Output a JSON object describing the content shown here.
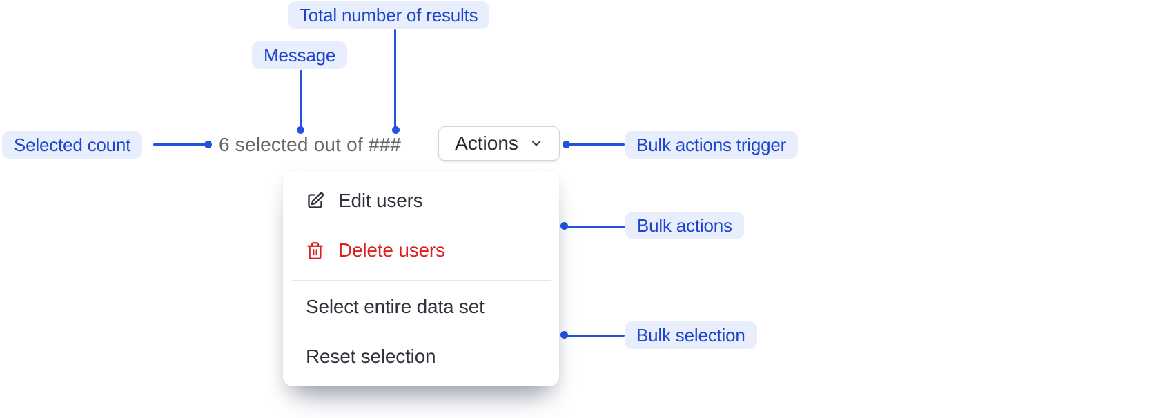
{
  "annotations": {
    "total_results": "Total number of results",
    "message": "Message",
    "selected_count": "Selected count",
    "bulk_actions_trigger": "Bulk actions trigger",
    "bulk_actions": "Bulk actions",
    "bulk_selection": "Bulk selection"
  },
  "toolbar": {
    "selection_message": "6 selected out of ###",
    "actions_button_label": "Actions",
    "actions_button_icon": "chevron-down-icon"
  },
  "menu": {
    "items": [
      {
        "label": "Edit users",
        "icon": "edit-icon",
        "variant": "default"
      },
      {
        "label": "Delete users",
        "icon": "trash-icon",
        "variant": "danger"
      },
      {
        "label": "Select entire data set",
        "icon": null,
        "variant": "default"
      },
      {
        "label": "Reset selection",
        "icon": null,
        "variant": "default"
      }
    ]
  },
  "colors": {
    "annotation_text": "#1b45cd",
    "annotation_background": "#e9eefc",
    "connector_line": "#2153dd",
    "muted_message_text": "#63666b",
    "menu_text": "#2e323a",
    "danger": "#dc1f1f",
    "button_border": "#d2d2d7",
    "divider": "#e5e5e8"
  }
}
